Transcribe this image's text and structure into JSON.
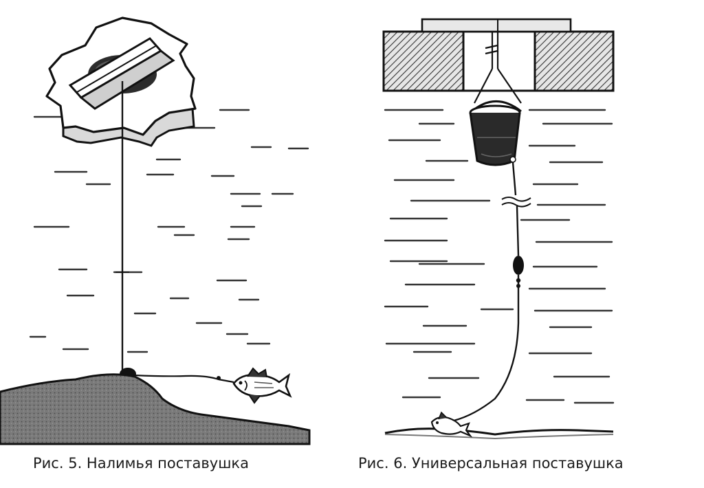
{
  "figures": [
    {
      "id": "fig5",
      "caption": "Рис. 5. Налимья поставушка"
    },
    {
      "id": "fig6",
      "caption": "Рис. 6. Универсальная поставушка"
    }
  ],
  "colors": {
    "ink": "#1a1a1a",
    "water_dash": "#333333",
    "ground": "#6f6f6f",
    "bucket": "#2a2a2a"
  }
}
